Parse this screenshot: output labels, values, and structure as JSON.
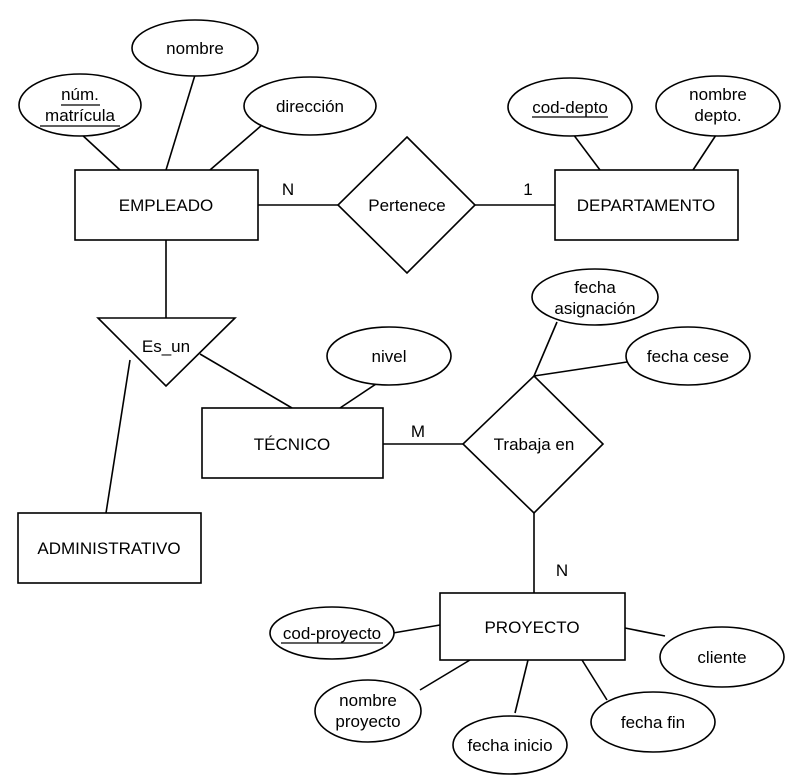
{
  "entities": {
    "empleado": "EMPLEADO",
    "departamento": "DEPARTAMENTO",
    "tecnico": "TÉCNICO",
    "administrativo": "ADMINISTRATIVO",
    "proyecto": "PROYECTO"
  },
  "relationships": {
    "pertenece": "Pertenece",
    "trabaja_en": "Trabaja en",
    "es_un": "Es_un"
  },
  "attributes": {
    "num_matricula": [
      "núm.",
      "matrícula"
    ],
    "nombre": "nombre",
    "direccion": "dirección",
    "cod_depto": "cod-depto",
    "nombre_depto": [
      "nombre",
      "depto."
    ],
    "fecha_asignacion": [
      "fecha",
      "asignación"
    ],
    "fecha_cese": "fecha cese",
    "nivel": "nivel",
    "cod_proyecto": "cod-proyecto",
    "cliente": "cliente",
    "nombre_proyecto": [
      "nombre",
      "proyecto"
    ],
    "fecha_inicio": "fecha inicio",
    "fecha_fin": "fecha fin"
  },
  "cardinalities": {
    "empleado_pertenece": "N",
    "departamento_pertenece": "1",
    "tecnico_trabaja": "M",
    "proyecto_trabaja": "N"
  }
}
